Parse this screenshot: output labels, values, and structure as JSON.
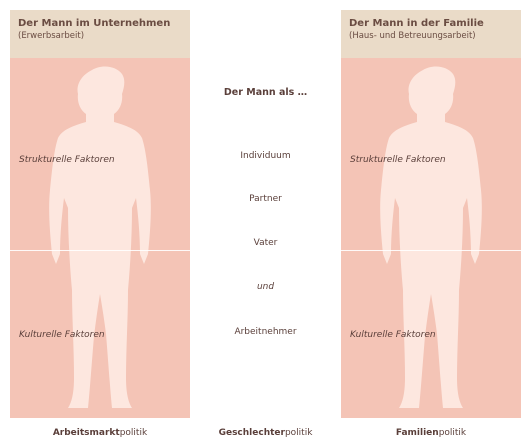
{
  "left_panel": {
    "title": "Der Mann im Unternehmen",
    "subtitle": "(Erwerbsarbeit)",
    "structural_label": "Strukturelle Faktoren",
    "cultural_label": "Kulturelle Faktoren",
    "footer_bold": "Arbeitsmarkt",
    "footer_rest": "politik"
  },
  "right_panel": {
    "title": "Der Mann in der Familie",
    "subtitle": "(Haus- und Betreuungsarbeit)",
    "structural_label": "Strukturelle Faktoren",
    "cultural_label": "Kulturelle Faktoren",
    "footer_bold": "Familien",
    "footer_rest": "politik"
  },
  "middle": {
    "heading": "Der Mann als …",
    "items": [
      "Individuum",
      "Partner",
      "Vater",
      "und",
      "Arbeitnehmer"
    ],
    "footer_bold": "Geschlechter",
    "footer_rest": "politik"
  },
  "colors": {
    "panel_fill": "#f4c4b6",
    "header_fill": "#eadbc8",
    "silhouette_fill": "#fde7df",
    "text": "#5a3f3a"
  }
}
